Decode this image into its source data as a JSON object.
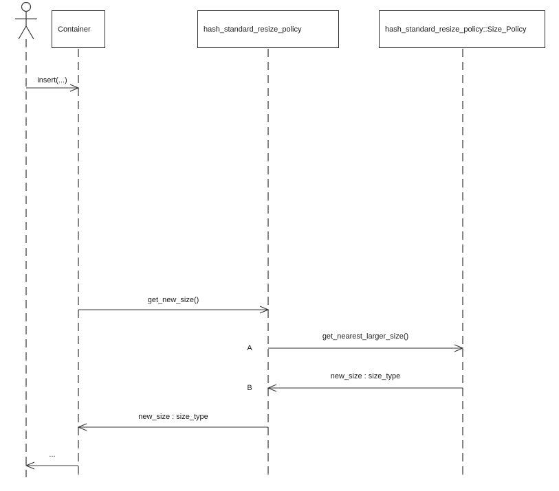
{
  "diagram": {
    "type": "uml-sequence",
    "colors": {
      "background": "#ffffff",
      "line": "#333333",
      "box_border": "#2e2e2e",
      "text": "#1a1a1a"
    },
    "participants": [
      {
        "id": "actor",
        "label": "",
        "kind": "actor"
      },
      {
        "id": "container",
        "label": "Container",
        "kind": "object"
      },
      {
        "id": "resize_policy",
        "label": "hash_standard_resize_policy",
        "kind": "object"
      },
      {
        "id": "size_policy",
        "label": "hash_standard_resize_policy::Size_Policy",
        "kind": "object"
      }
    ],
    "messages": [
      {
        "label": "insert(...)",
        "from": "actor",
        "to": "Container",
        "direction": "right",
        "marker": ""
      },
      {
        "label": "get_new_size()",
        "from": "Container",
        "to": "hash_standard_resize_policy",
        "direction": "right",
        "marker": ""
      },
      {
        "label": "get_nearest_larger_size()",
        "from": "hash_standard_resize_policy",
        "to": "hash_standard_resize_policy::Size_Policy",
        "direction": "right",
        "marker": "A"
      },
      {
        "label": "new_size : size_type",
        "from": "hash_standard_resize_policy::Size_Policy",
        "to": "hash_standard_resize_policy",
        "direction": "left",
        "marker": "B"
      },
      {
        "label": "new_size : size_type",
        "from": "hash_standard_resize_policy",
        "to": "Container",
        "direction": "left",
        "marker": ""
      },
      {
        "label": "...",
        "from": "Container",
        "to": "actor",
        "direction": "left",
        "marker": ""
      }
    ]
  }
}
